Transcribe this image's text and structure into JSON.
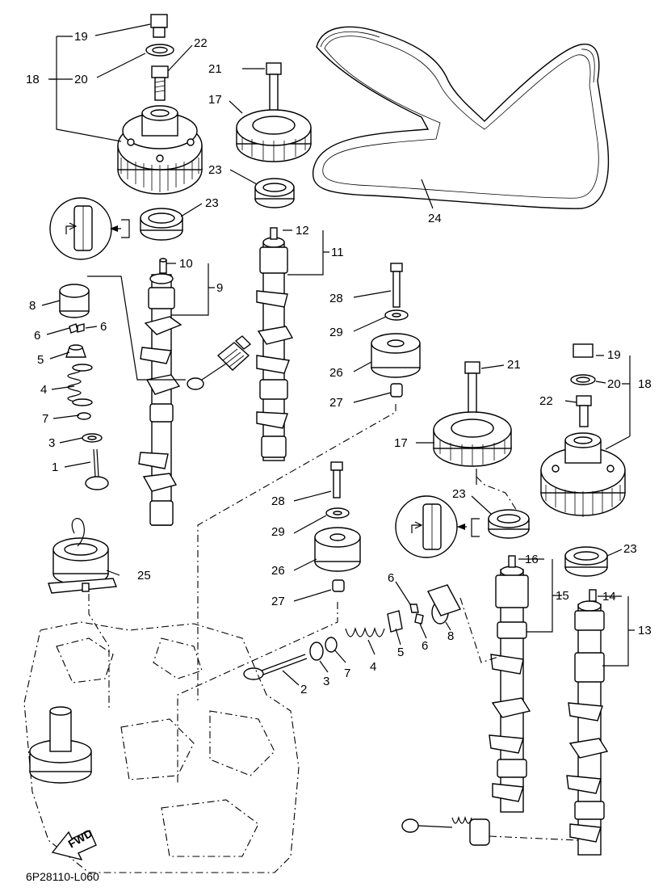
{
  "diagram": {
    "code": "6P28110-L060",
    "fwd_label": "FWD",
    "callouts": [
      {
        "id": "c19a",
        "text": "19"
      },
      {
        "id": "c20a",
        "text": "20"
      },
      {
        "id": "c18a",
        "text": "18"
      },
      {
        "id": "c22a",
        "text": "22"
      },
      {
        "id": "c21a",
        "text": "21"
      },
      {
        "id": "c17a",
        "text": "17"
      },
      {
        "id": "c23a",
        "text": "23"
      },
      {
        "id": "c23b",
        "text": "23"
      },
      {
        "id": "c24",
        "text": "24"
      },
      {
        "id": "c12",
        "text": "12"
      },
      {
        "id": "c11",
        "text": "11"
      },
      {
        "id": "c10",
        "text": "10"
      },
      {
        "id": "c9",
        "text": "9"
      },
      {
        "id": "c8a",
        "text": "8"
      },
      {
        "id": "c6a",
        "text": "6"
      },
      {
        "id": "c6b",
        "text": "6"
      },
      {
        "id": "c5a",
        "text": "5"
      },
      {
        "id": "c4a",
        "text": "4"
      },
      {
        "id": "c7a",
        "text": "7"
      },
      {
        "id": "c3a",
        "text": "3"
      },
      {
        "id": "c1",
        "text": "1"
      },
      {
        "id": "c28a",
        "text": "28"
      },
      {
        "id": "c29a",
        "text": "29"
      },
      {
        "id": "c26a",
        "text": "26"
      },
      {
        "id": "c27a",
        "text": "27"
      },
      {
        "id": "c21b",
        "text": "21"
      },
      {
        "id": "c17b",
        "text": "17"
      },
      {
        "id": "c19b",
        "text": "19"
      },
      {
        "id": "c20b",
        "text": "20"
      },
      {
        "id": "c18b",
        "text": "18"
      },
      {
        "id": "c22b",
        "text": "22"
      },
      {
        "id": "c23c",
        "text": "23"
      },
      {
        "id": "c23d",
        "text": "23"
      },
      {
        "id": "c28b",
        "text": "28"
      },
      {
        "id": "c29b",
        "text": "29"
      },
      {
        "id": "c26b",
        "text": "26"
      },
      {
        "id": "c27b",
        "text": "27"
      },
      {
        "id": "c25",
        "text": "25"
      },
      {
        "id": "c16",
        "text": "16"
      },
      {
        "id": "c15",
        "text": "15"
      },
      {
        "id": "c14",
        "text": "14"
      },
      {
        "id": "c13",
        "text": "13"
      },
      {
        "id": "c6c",
        "text": "6"
      },
      {
        "id": "c6d",
        "text": "6"
      },
      {
        "id": "c8b",
        "text": "8"
      },
      {
        "id": "c5b",
        "text": "5"
      },
      {
        "id": "c4b",
        "text": "4"
      },
      {
        "id": "c7b",
        "text": "7"
      },
      {
        "id": "c3b",
        "text": "3"
      },
      {
        "id": "c2",
        "text": "2"
      }
    ]
  }
}
